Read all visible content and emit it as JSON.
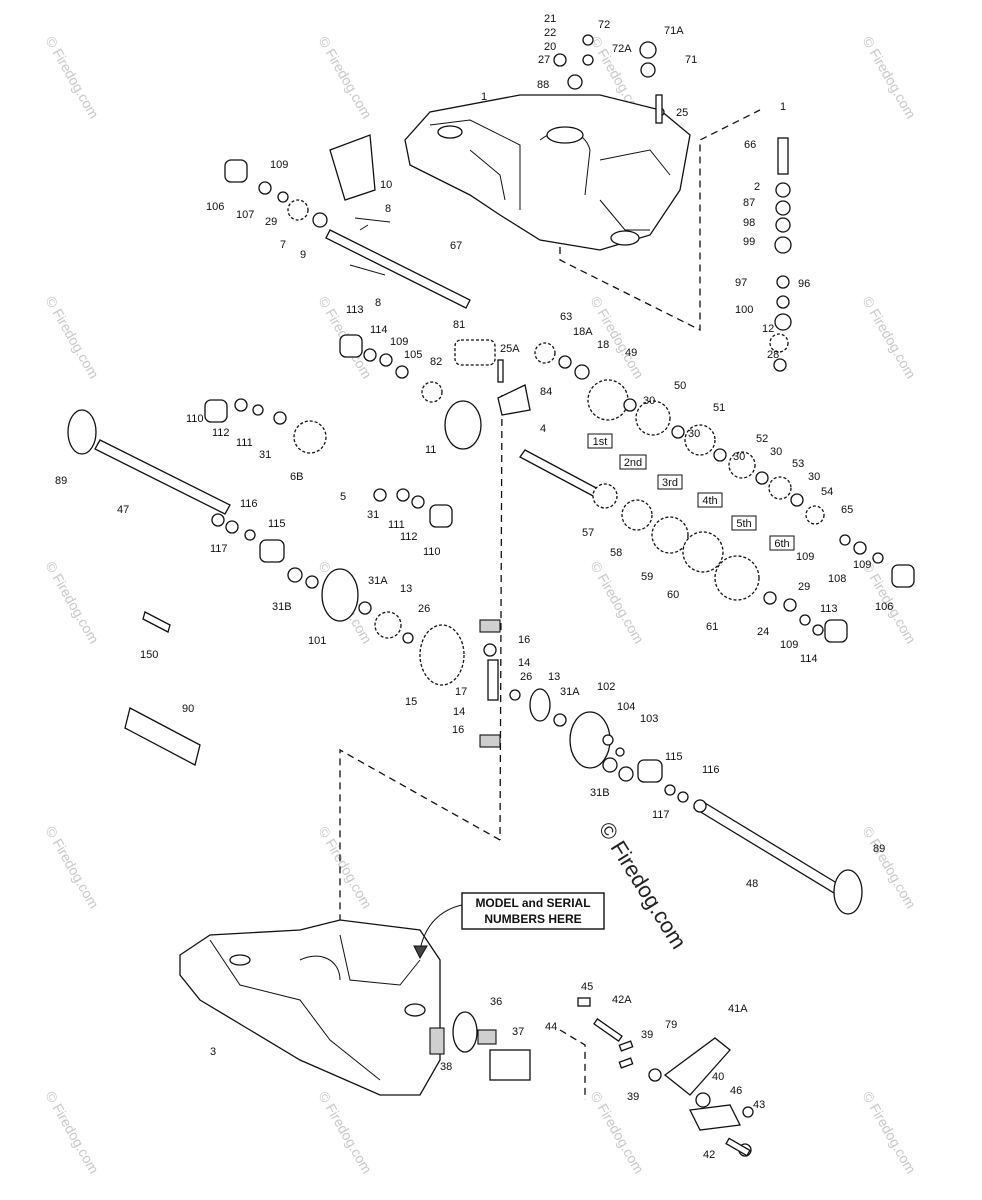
{
  "callout": {
    "line1": "MODEL and SERIAL",
    "line2": "NUMBERS HERE"
  },
  "watermark": {
    "main": "© Firedog.com",
    "tile": "© Firedog.com"
  },
  "gear_labels": [
    "1st",
    "2nd",
    "3rd",
    "4th",
    "5th",
    "6th"
  ],
  "part_numbers": [
    "1",
    "2",
    "3",
    "4",
    "5",
    "6B",
    "7",
    "8",
    "9",
    "10",
    "11",
    "12",
    "13",
    "14",
    "15",
    "16",
    "17",
    "18",
    "18A",
    "20",
    "21",
    "22",
    "24",
    "25",
    "25A",
    "26",
    "27",
    "28",
    "29",
    "30",
    "31",
    "31A",
    "31B",
    "36",
    "37",
    "38",
    "39",
    "40",
    "41A",
    "42",
    "42A",
    "43",
    "44",
    "45",
    "46",
    "47",
    "48",
    "49",
    "50",
    "51",
    "52",
    "53",
    "54",
    "57",
    "58",
    "59",
    "60",
    "61",
    "63",
    "65",
    "66",
    "67",
    "71",
    "71A",
    "72",
    "72A",
    "79",
    "81",
    "82",
    "84",
    "87",
    "88",
    "89",
    "90",
    "96",
    "97",
    "98",
    "99",
    "100",
    "101",
    "102",
    "103",
    "104",
    "105",
    "106",
    "107",
    "108",
    "109",
    "110",
    "111",
    "112",
    "113",
    "114",
    "115",
    "116",
    "117",
    "150"
  ]
}
